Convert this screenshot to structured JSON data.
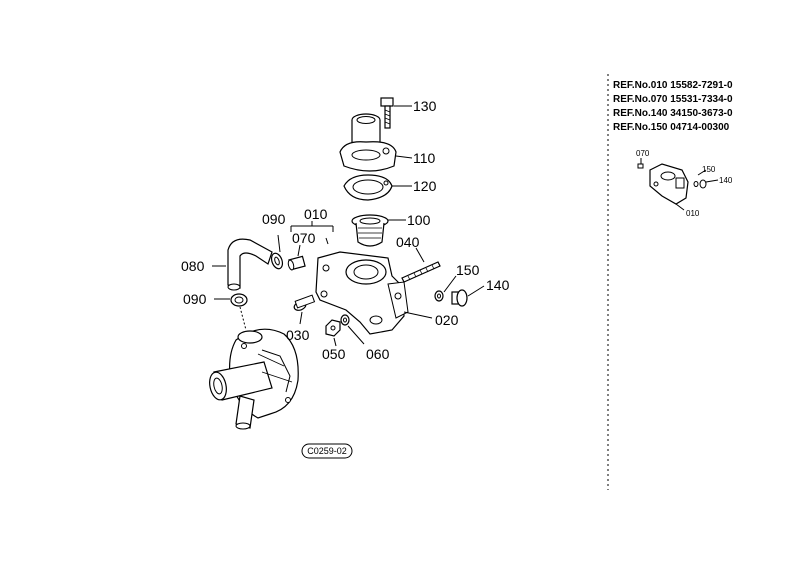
{
  "labels": {
    "p130": "130",
    "p110": "110",
    "p120": "120",
    "p100": "100",
    "p010": "010",
    "p090a": "090",
    "p070": "070",
    "p040": "040",
    "p080": "080",
    "p150": "150",
    "p140": "140",
    "p090b": "090",
    "p020": "020",
    "p030": "030",
    "p050": "050",
    "p060": "060"
  },
  "diagram_code": "C0259-02",
  "references": [
    "REF.No.010  15582-7291-0",
    "REF.No.070  15531-7334-0",
    "REF.No.140  34150-3673-0",
    "REF.No.150  04714-00300"
  ],
  "inset_labels": {
    "i070": "070",
    "i150": "150",
    "i140": "140",
    "i010": "010"
  }
}
